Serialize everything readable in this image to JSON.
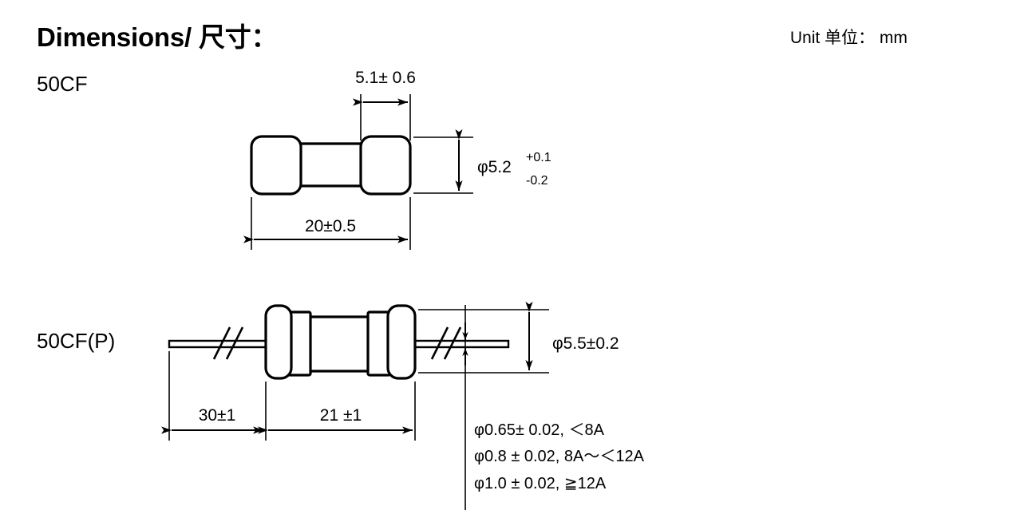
{
  "header": {
    "title": "Dimensions/ 尺寸：",
    "unit_note": "Unit 单位： mm"
  },
  "drawings": [
    {
      "part_label": "50CF",
      "type": "cartridge-fuse",
      "dimensions": {
        "cap_width": "5.1± 0.6",
        "body_length": "20±0.5",
        "body_diameter": "φ5.2",
        "diameter_tol_upper": "+0.1",
        "diameter_tol_lower": "-0.2"
      }
    },
    {
      "part_label": "50CF(P)",
      "type": "axial-lead-fuse",
      "dimensions": {
        "lead_length": "30±1",
        "body_length": "21 ±1",
        "body_diameter": "φ5.5±0.2"
      },
      "lead_wire_specs": [
        "φ0.65± 0.02, ＜8A",
        "φ0.8 ± 0.02, 8A～＜12A",
        "φ1.0 ± 0.02, ≧12A"
      ]
    }
  ],
  "colors": {
    "ink": "#000000",
    "paper": "#ffffff"
  }
}
